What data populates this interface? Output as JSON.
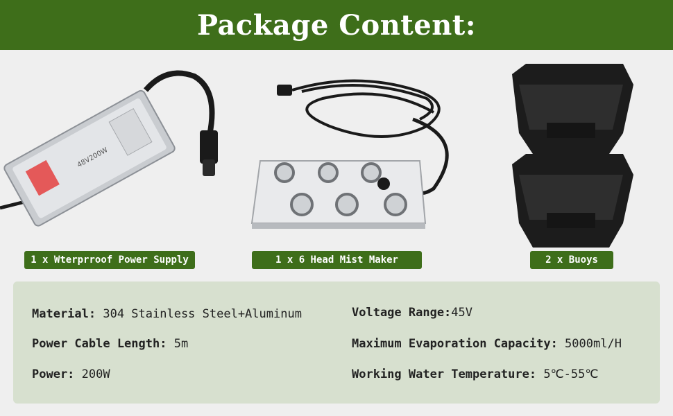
{
  "header": {
    "title": "Package Content:"
  },
  "products": [
    {
      "label": "1 x Wterprroof Power Supply",
      "printed_text": "48V200W"
    },
    {
      "label": "1 x 6 Head Mist Maker"
    },
    {
      "label": "2 x Buoys"
    }
  ],
  "specs": [
    {
      "key": "Material:",
      "value": " 304 Stainless Steel+Aluminum"
    },
    {
      "key": "Power Cable Length:",
      "value": " 5m"
    },
    {
      "key": "Power:",
      "value": " 200W"
    },
    {
      "key": "Voltage Range:",
      "value": "45V"
    },
    {
      "key": "Maximum Evaporation Capacity:",
      "value": " 5000ml/H"
    },
    {
      "key": "Working Water Temperature:",
      "value": " 5℃-55℃"
    }
  ],
  "colors": {
    "brand_green": "#3e6e1a",
    "spec_bg": "#d7e0cf",
    "page_bg": "#efefef"
  },
  "icons": [
    "power-supply-image",
    "mist-maker-image",
    "buoy-image"
  ]
}
